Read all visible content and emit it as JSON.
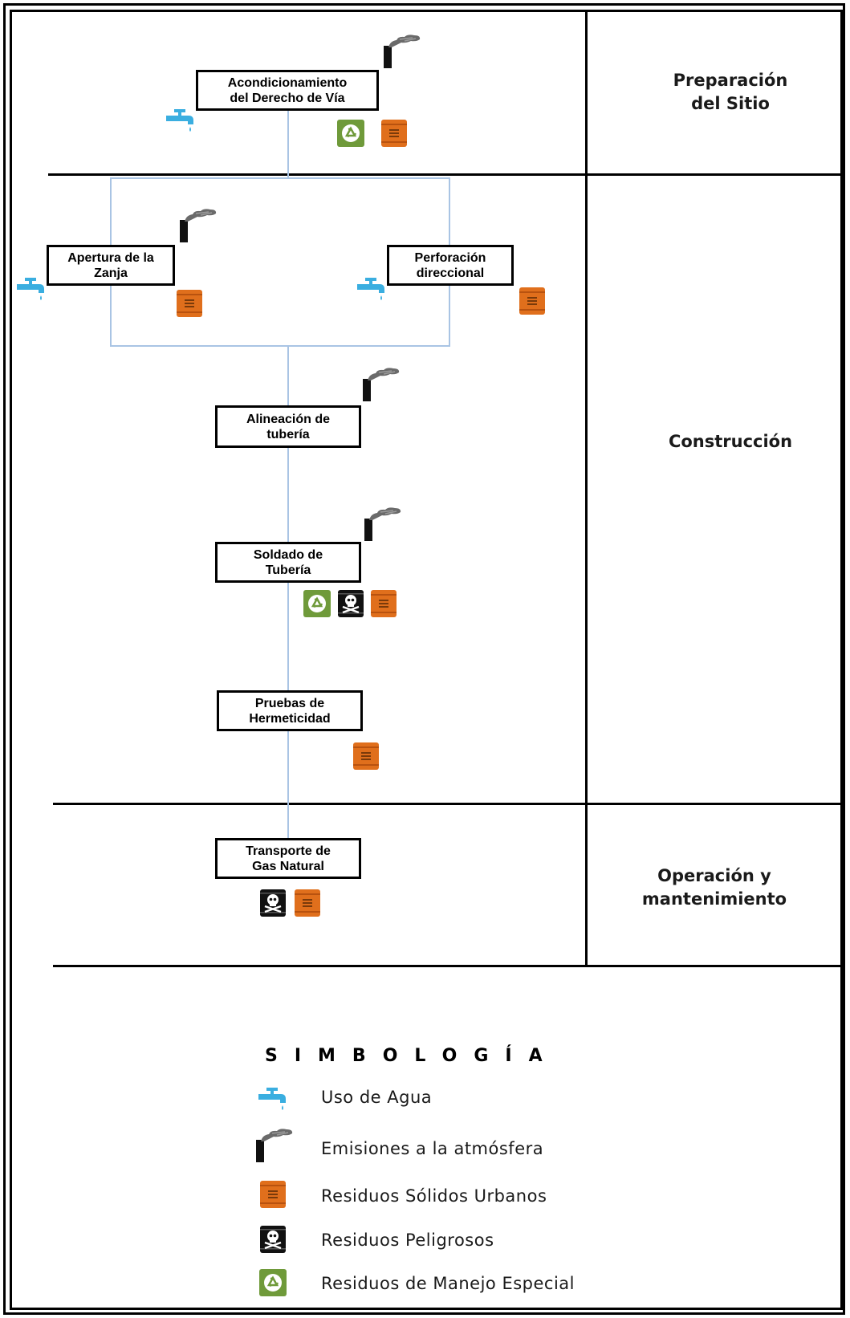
{
  "steps": {
    "derecho_via": "Acondicionamiento\ndel Derecho de Vía",
    "apertura_zanja": "Apertura de la\nZanja",
    "perforacion": "Perforación\ndireccional",
    "alineacion": "Alineación de\ntubería",
    "soldado": "Soldado de\nTubería",
    "pruebas": "Pruebas de\nHermeticidad",
    "transporte": "Transporte de\nGas Natural"
  },
  "phases": {
    "preparacion": "Preparación\ndel Sitio",
    "construccion": "Construcción",
    "operacion": "Operación y\nmantenimiento"
  },
  "legend": {
    "title": "SIMBOLOGÍA",
    "items": [
      {
        "icon": "water-tap-icon",
        "label": "Uso de Agua"
      },
      {
        "icon": "smokestack-icon",
        "label": "Emisiones a la atmósfera"
      },
      {
        "icon": "orange-barrel-icon",
        "label": "Residuos Sólidos Urbanos"
      },
      {
        "icon": "skull-barrel-icon",
        "label": "Residuos Peligrosos"
      },
      {
        "icon": "recycle-barrel-icon",
        "label": "Residuos de Manejo Especial"
      }
    ]
  },
  "colors": {
    "water": "#3aaee0",
    "urban_waste": "#e06f1c",
    "hazardous_waste": "#000000",
    "special_waste": "#6f9a3a",
    "connector": "#a9c4e4"
  }
}
